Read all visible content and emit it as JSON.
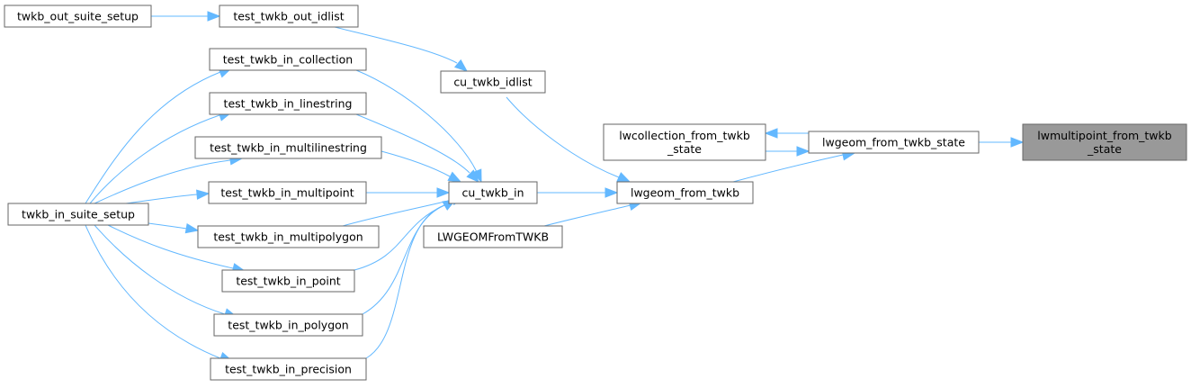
{
  "colors": {
    "edge": "#63b8ff",
    "node_border": "#666666",
    "node_fill": "#ffffff",
    "highlight_fill": "#999999"
  },
  "nodes": [
    {
      "id": "twkb_out_suite_setup",
      "lines": [
        "twkb_out_suite_setup"
      ]
    },
    {
      "id": "test_twkb_out_idlist",
      "lines": [
        "test_twkb_out_idlist"
      ]
    },
    {
      "id": "test_twkb_in_collection",
      "lines": [
        "test_twkb_in_collection"
      ]
    },
    {
      "id": "cu_twkb_idlist",
      "lines": [
        "cu_twkb_idlist"
      ]
    },
    {
      "id": "test_twkb_in_linestring",
      "lines": [
        "test_twkb_in_linestring"
      ]
    },
    {
      "id": "lwcollection_from_twkb_state",
      "lines": [
        "lwcollection_from_twkb",
        "_state"
      ]
    },
    {
      "id": "lwgeom_from_twkb_state",
      "lines": [
        "lwgeom_from_twkb_state"
      ]
    },
    {
      "id": "lwmultipoint_from_twkb_state",
      "lines": [
        "lwmultipoint_from_twkb",
        "_state"
      ],
      "highlight": true
    },
    {
      "id": "test_twkb_in_multilinestring",
      "lines": [
        "test_twkb_in_multilinestring"
      ]
    },
    {
      "id": "test_twkb_in_multipoint",
      "lines": [
        "test_twkb_in_multipoint"
      ]
    },
    {
      "id": "cu_twkb_in",
      "lines": [
        "cu_twkb_in"
      ]
    },
    {
      "id": "lwgeom_from_twkb",
      "lines": [
        "lwgeom_from_twkb"
      ]
    },
    {
      "id": "twkb_in_suite_setup",
      "lines": [
        "twkb_in_suite_setup"
      ]
    },
    {
      "id": "test_twkb_in_multipolygon",
      "lines": [
        "test_twkb_in_multipolygon"
      ]
    },
    {
      "id": "LWGEOMFromTWKB",
      "lines": [
        "LWGEOMFromTWKB"
      ]
    },
    {
      "id": "test_twkb_in_point",
      "lines": [
        "test_twkb_in_point"
      ]
    },
    {
      "id": "test_twkb_in_polygon",
      "lines": [
        "test_twkb_in_polygon"
      ]
    },
    {
      "id": "test_twkb_in_precision",
      "lines": [
        "test_twkb_in_precision"
      ]
    }
  ],
  "edges": [
    {
      "from": "twkb_out_suite_setup",
      "to": "test_twkb_out_idlist"
    },
    {
      "from": "test_twkb_out_idlist",
      "to": "cu_twkb_idlist"
    },
    {
      "from": "cu_twkb_idlist",
      "to": "lwgeom_from_twkb"
    },
    {
      "from": "test_twkb_in_collection",
      "to": "cu_twkb_in"
    },
    {
      "from": "test_twkb_in_linestring",
      "to": "cu_twkb_in"
    },
    {
      "from": "test_twkb_in_multilinestring",
      "to": "cu_twkb_in"
    },
    {
      "from": "test_twkb_in_multipoint",
      "to": "cu_twkb_in"
    },
    {
      "from": "test_twkb_in_multipolygon",
      "to": "cu_twkb_in"
    },
    {
      "from": "test_twkb_in_point",
      "to": "cu_twkb_in"
    },
    {
      "from": "test_twkb_in_polygon",
      "to": "cu_twkb_in"
    },
    {
      "from": "test_twkb_in_precision",
      "to": "cu_twkb_in"
    },
    {
      "from": "twkb_in_suite_setup",
      "to": "test_twkb_in_collection"
    },
    {
      "from": "twkb_in_suite_setup",
      "to": "test_twkb_in_linestring"
    },
    {
      "from": "twkb_in_suite_setup",
      "to": "test_twkb_in_multilinestring"
    },
    {
      "from": "twkb_in_suite_setup",
      "to": "test_twkb_in_multipoint"
    },
    {
      "from": "twkb_in_suite_setup",
      "to": "test_twkb_in_multipolygon"
    },
    {
      "from": "twkb_in_suite_setup",
      "to": "test_twkb_in_point"
    },
    {
      "from": "twkb_in_suite_setup",
      "to": "test_twkb_in_polygon"
    },
    {
      "from": "twkb_in_suite_setup",
      "to": "test_twkb_in_precision"
    },
    {
      "from": "cu_twkb_in",
      "to": "lwgeom_from_twkb"
    },
    {
      "from": "LWGEOMFromTWKB",
      "to": "lwgeom_from_twkb"
    },
    {
      "from": "lwgeom_from_twkb",
      "to": "lwgeom_from_twkb_state"
    },
    {
      "from": "lwcollection_from_twkb_state",
      "to": "lwgeom_from_twkb_state"
    },
    {
      "from": "lwgeom_from_twkb_state",
      "to": "lwcollection_from_twkb_state"
    },
    {
      "from": "lwgeom_from_twkb_state",
      "to": "lwmultipoint_from_twkb_state"
    }
  ]
}
